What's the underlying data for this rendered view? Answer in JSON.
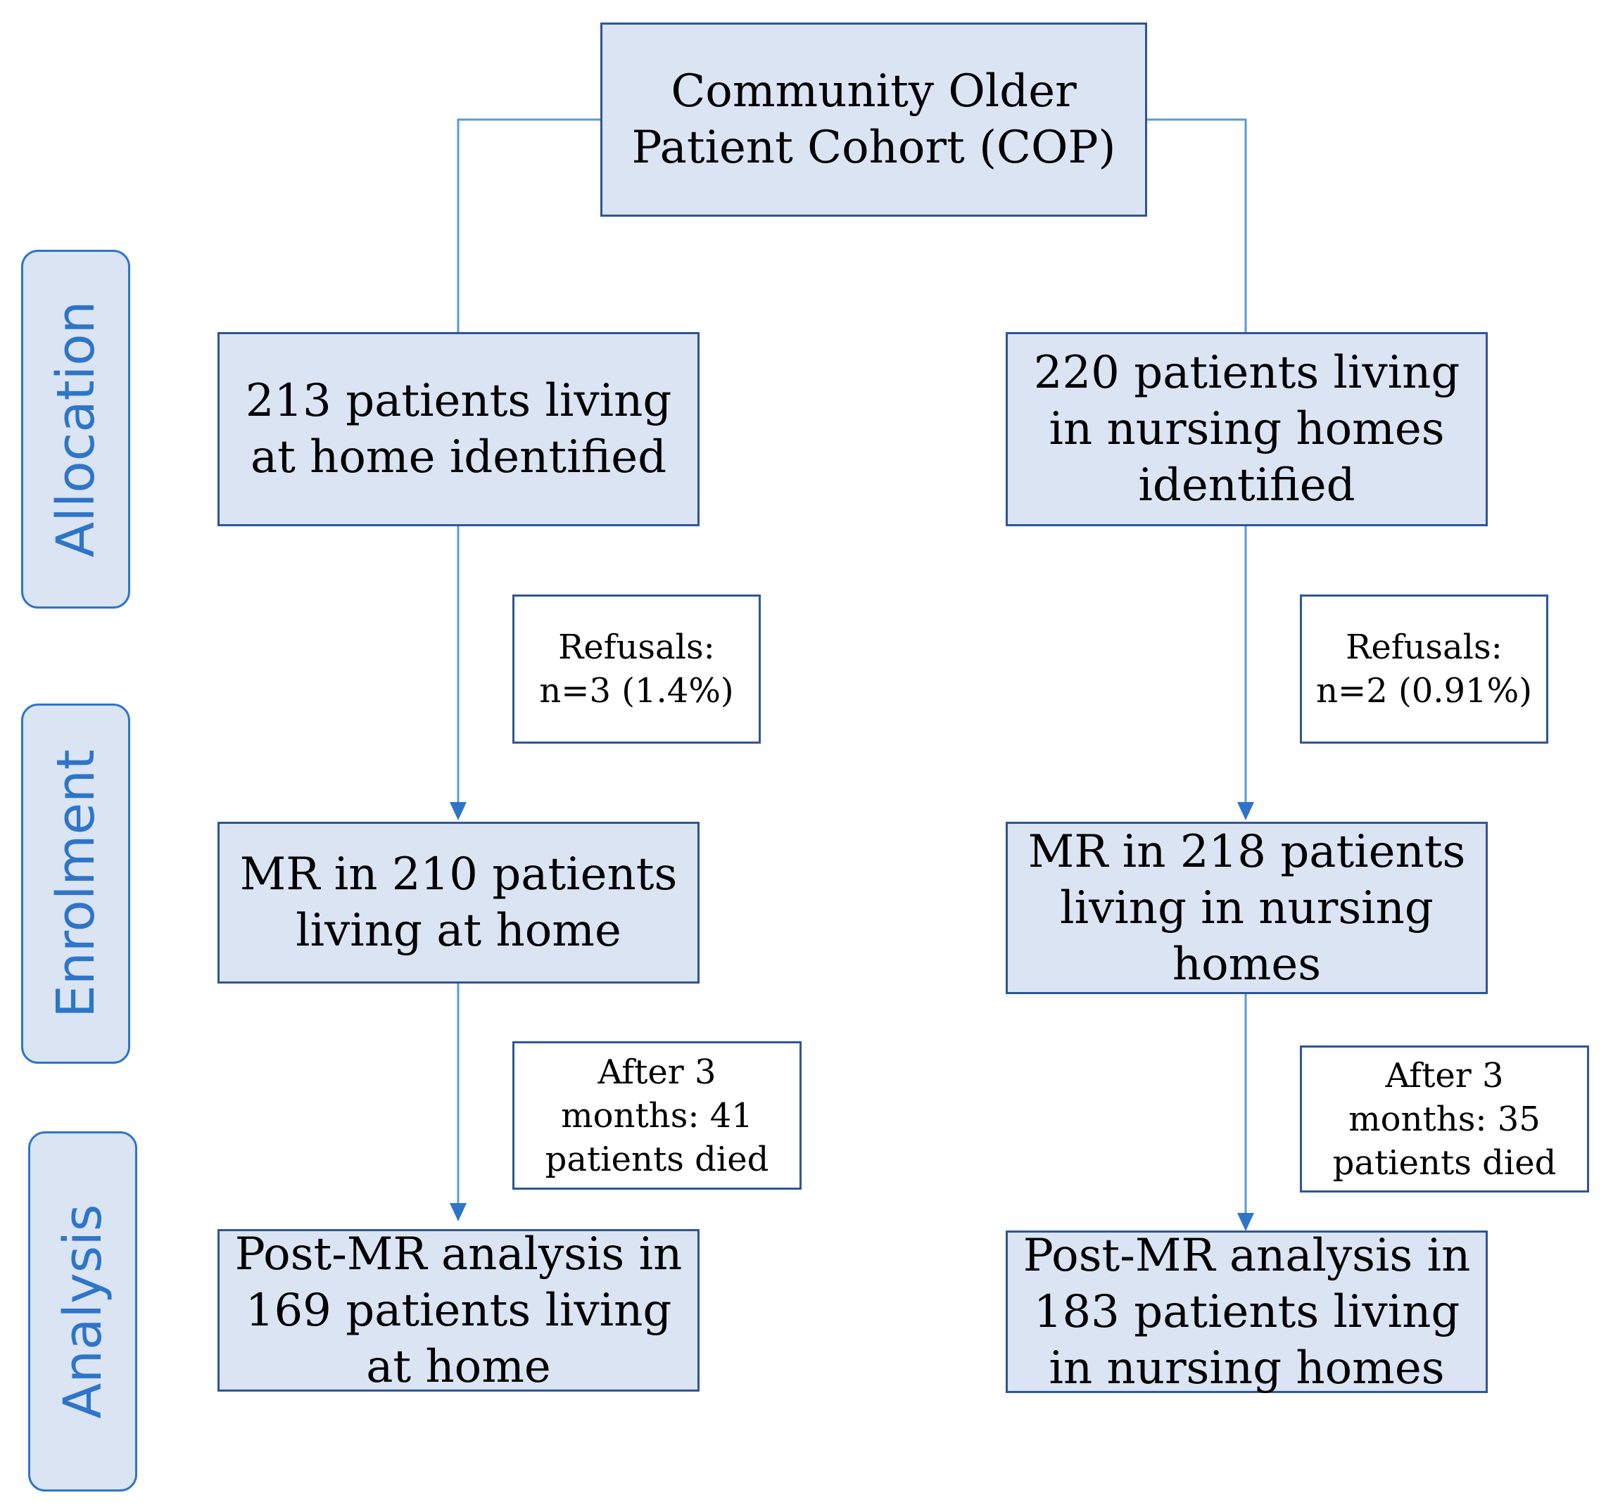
{
  "colors": {
    "box_fill": "#dae4f3",
    "box_border": "#2f5597",
    "connector": "#5b9bd5",
    "arrowhead": "#2e75c8",
    "stage_label": "#2e75c8"
  },
  "stages": {
    "allocation": "Allocation",
    "enrolment": "Enrolment",
    "analysis": "Analysis"
  },
  "cohort": {
    "line1": "Community Older",
    "line2": "Patient Cohort (COP)"
  },
  "home": {
    "identified": {
      "line1": "213 patients living",
      "line2": "at home identified"
    },
    "refusals": {
      "line1": "Refusals:",
      "line2": "n=3 (1.4%)"
    },
    "mr": {
      "line1": "MR in 210 patients",
      "line2": "living at home"
    },
    "died": {
      "line1": "After 3",
      "line2": "months: 41",
      "line3": "patients died"
    },
    "analysis": {
      "line1": "Post-MR analysis in",
      "line2": "169 patients living",
      "line3": "at home"
    }
  },
  "nursing": {
    "identified": {
      "line1": "220 patients living",
      "line2": "in nursing homes",
      "line3": "identified"
    },
    "refusals": {
      "line1": "Refusals:",
      "line2": "n=2 (0.91%)"
    },
    "mr": {
      "line1": "MR in 218 patients",
      "line2": "living in nursing",
      "line3": "homes"
    },
    "died": {
      "line1": "After 3",
      "line2": "months: 35",
      "line3": "patients died"
    },
    "analysis": {
      "line1": "Post-MR analysis in",
      "line2": "183 patients living",
      "line3": "in nursing homes"
    }
  }
}
